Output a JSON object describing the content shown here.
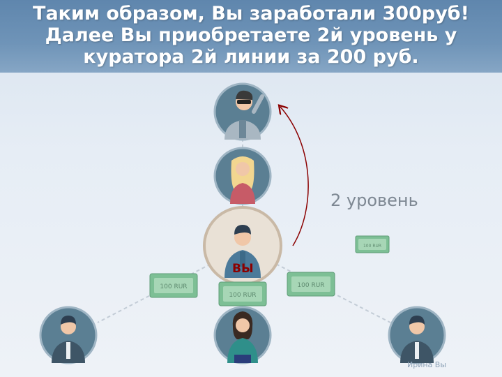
{
  "title": {
    "line1": "Таким образом, Вы заработали 300руб!",
    "line2": "Далее Вы приобретаете 2й уровень у",
    "line3": "куратора 2й линии за 200 руб."
  },
  "level_label": "2 уровень",
  "you_label": "ВЫ",
  "bills": {
    "left": "100 RUR",
    "middle": "100 RUR",
    "right": "100 RUR",
    "floating": "100 RUR"
  },
  "footer_note": "Ирина Вы",
  "colors": {
    "header": "#6f94b8",
    "circle_fill": "#5b7f93",
    "circle_ring": "#9fb5c4",
    "you_circle": "#e9e1d6",
    "you_ring": "#c9b9a6",
    "arrow": "#8b0000",
    "bill": "#7dbf95"
  }
}
